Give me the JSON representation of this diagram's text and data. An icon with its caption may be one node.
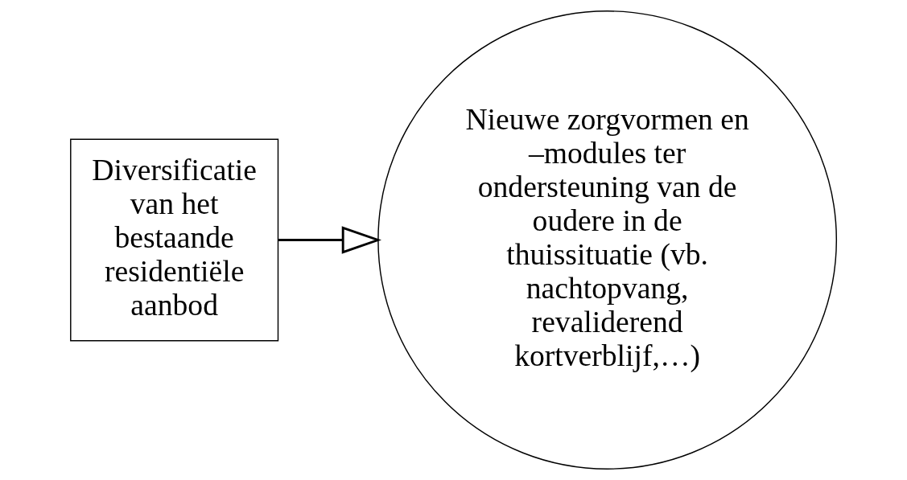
{
  "diagram": {
    "nodes": [
      {
        "text": [
          "Diversificatie van het bestaande residentiële aanbod"
        ]
      },
      {
        "text": [
          "Nieuwe zorgvormen en –modules ter ondersteuning van de oudere in de thuissituatie (vb. nachtopvang, revaliderend kortverblijf,…)"
        ]
      }
    ],
    "edges": [
      {
        "from": 0,
        "to": 1,
        "arrow": "to"
      }
    ]
  }
}
